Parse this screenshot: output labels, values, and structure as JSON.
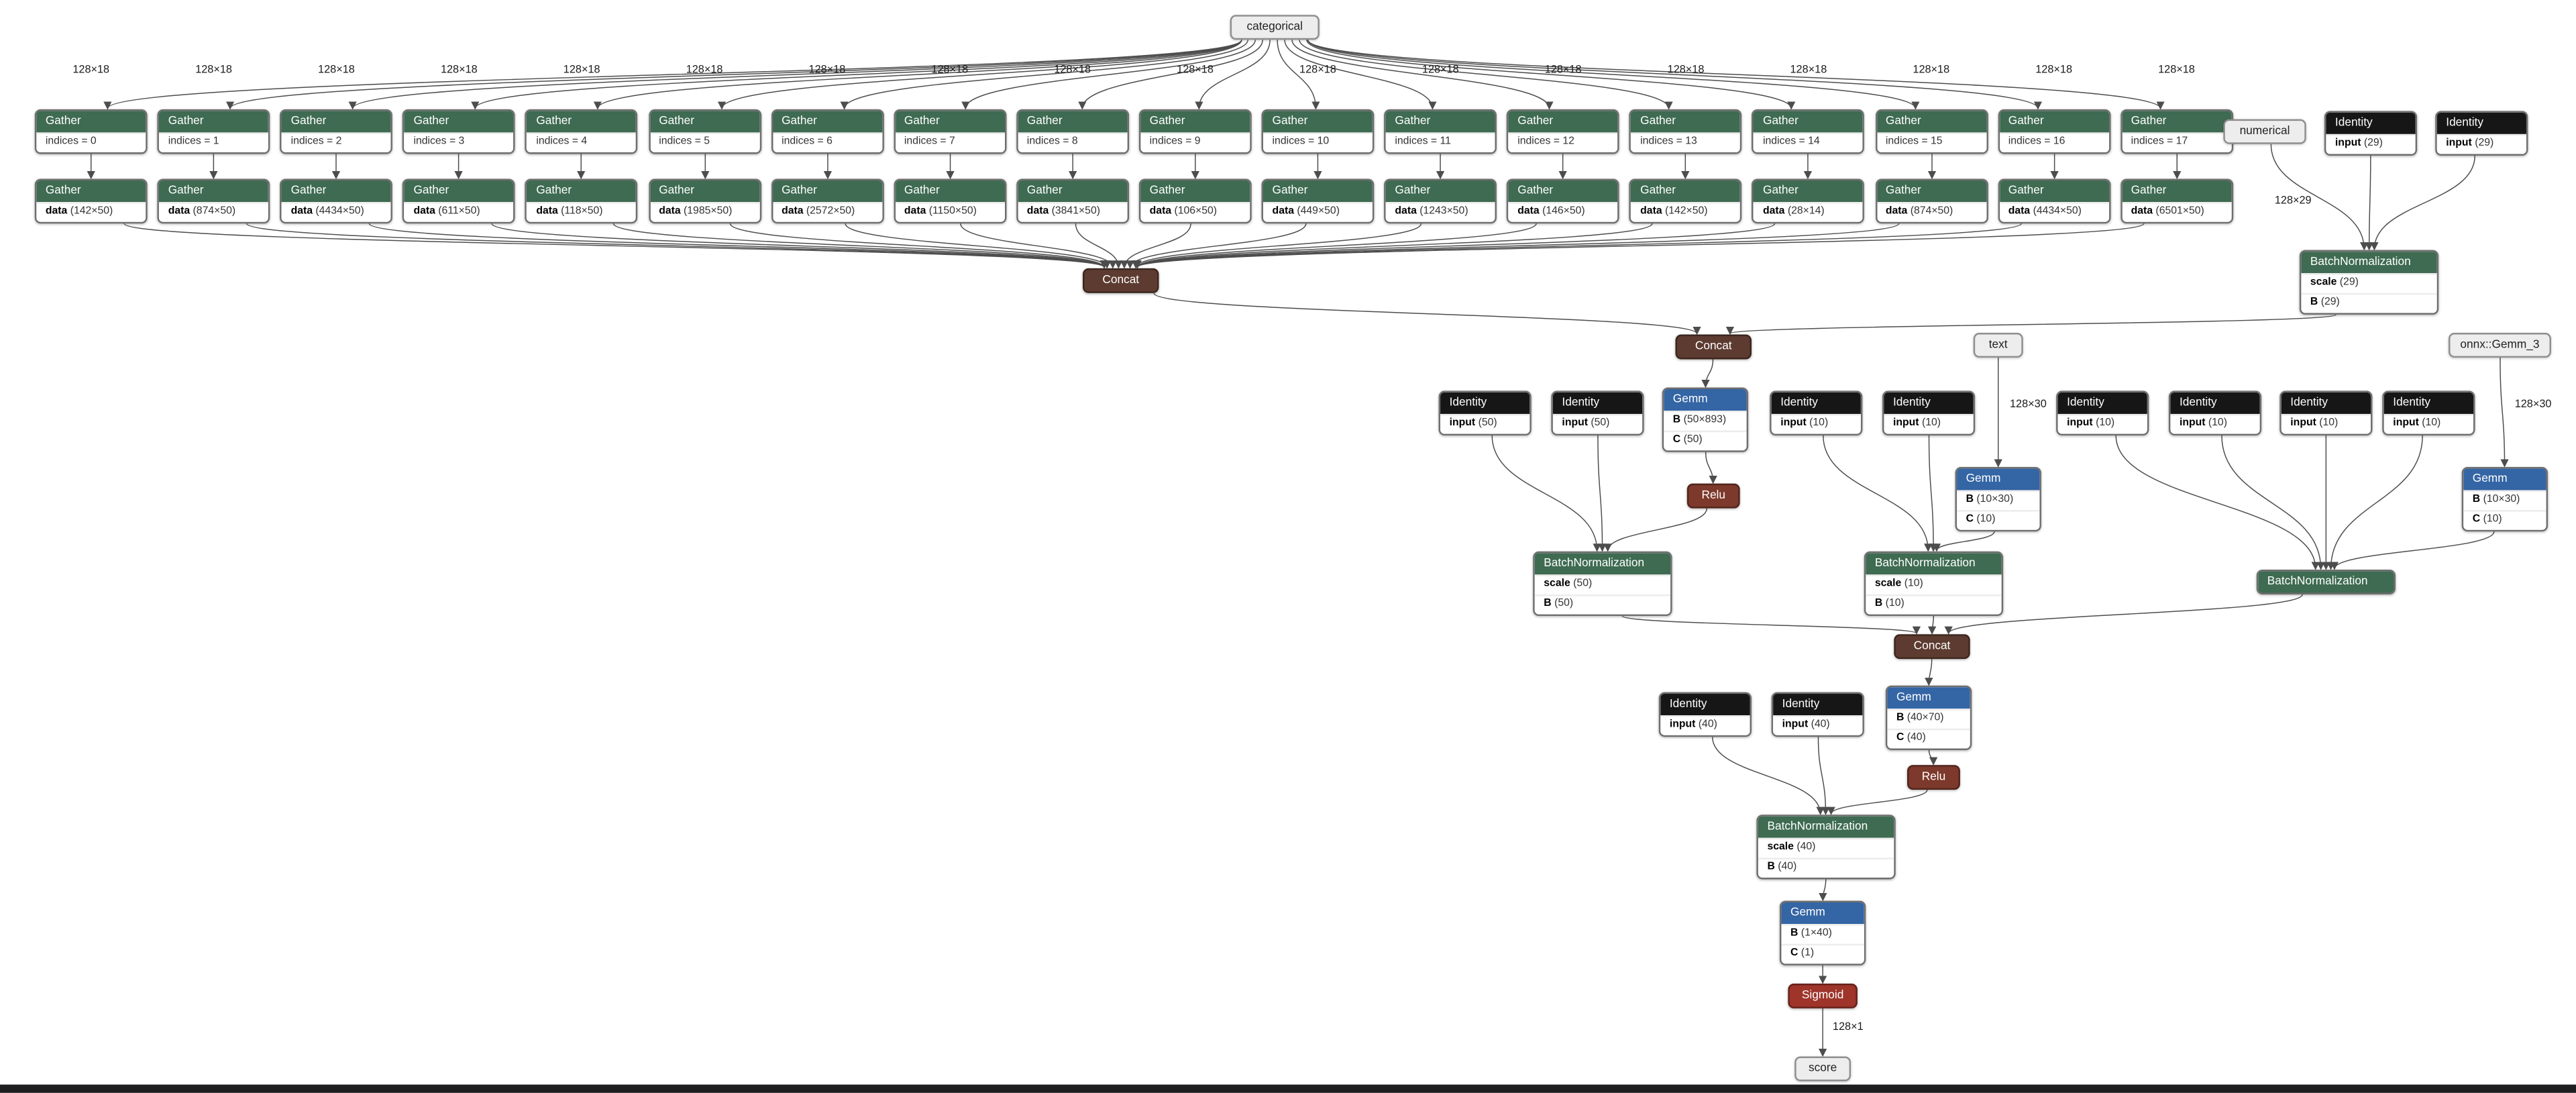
{
  "io": {
    "categorical": "categorical",
    "numerical": "numerical",
    "text": "text",
    "onnx_gemm_3": "onnx::Gemm_3",
    "score": "score"
  },
  "edge_labels": {
    "numerical_dim": "128×29",
    "text_dim": "128×30",
    "gemm3_dim": "128×30",
    "score_dim": "128×1"
  },
  "columns": [
    {
      "dim": "128×18",
      "op": "Gather",
      "indices": "indices = 0",
      "data_name": "data",
      "data_shape": "(142×50)"
    },
    {
      "dim": "128×18",
      "op": "Gather",
      "indices": "indices = 1",
      "data_name": "data",
      "data_shape": "(874×50)"
    },
    {
      "dim": "128×18",
      "op": "Gather",
      "indices": "indices = 2",
      "data_name": "data",
      "data_shape": "(4434×50)"
    },
    {
      "dim": "128×18",
      "op": "Gather",
      "indices": "indices = 3",
      "data_name": "data",
      "data_shape": "(611×50)"
    },
    {
      "dim": "128×18",
      "op": "Gather",
      "indices": "indices = 4",
      "data_name": "data",
      "data_shape": "(118×50)"
    },
    {
      "dim": "128×18",
      "op": "Gather",
      "indices": "indices = 5",
      "data_name": "data",
      "data_shape": "(1985×50)"
    },
    {
      "dim": "128×18",
      "op": "Gather",
      "indices": "indices = 6",
      "data_name": "data",
      "data_shape": "(2572×50)"
    },
    {
      "dim": "128×18",
      "op": "Gather",
      "indices": "indices = 7",
      "data_name": "data",
      "data_shape": "(1150×50)"
    },
    {
      "dim": "128×18",
      "op": "Gather",
      "indices": "indices = 8",
      "data_name": "data",
      "data_shape": "(3841×50)"
    },
    {
      "dim": "128×18",
      "op": "Gather",
      "indices": "indices = 9",
      "data_name": "data",
      "data_shape": "(106×50)"
    },
    {
      "dim": "128×18",
      "op": "Gather",
      "indices": "indices = 10",
      "data_name": "data",
      "data_shape": "(449×50)"
    },
    {
      "dim": "128×18",
      "op": "Gather",
      "indices": "indices = 11",
      "data_name": "data",
      "data_shape": "(1243×50)"
    },
    {
      "dim": "128×18",
      "op": "Gather",
      "indices": "indices = 12",
      "data_name": "data",
      "data_shape": "(146×50)"
    },
    {
      "dim": "128×18",
      "op": "Gather",
      "indices": "indices = 13",
      "data_name": "data",
      "data_shape": "(142×50)"
    },
    {
      "dim": "128×18",
      "op": "Gather",
      "indices": "indices = 14",
      "data_name": "data",
      "data_shape": "(28×14)"
    },
    {
      "dim": "128×18",
      "op": "Gather",
      "indices": "indices = 15",
      "data_name": "data",
      "data_shape": "(874×50)"
    },
    {
      "dim": "128×18",
      "op": "Gather",
      "indices": "indices = 16",
      "data_name": "data",
      "data_shape": "(4434×50)"
    },
    {
      "dim": "128×18",
      "op": "Gather",
      "indices": "indices = 17",
      "data_name": "data",
      "data_shape": "(6501×50)"
    }
  ],
  "nodes": {
    "concat1": {
      "title": "Concat"
    },
    "concat2": {
      "title": "Concat"
    },
    "concat3": {
      "title": "Concat"
    },
    "relu1": {
      "title": "Relu"
    },
    "relu2": {
      "title": "Relu"
    },
    "sigmoid": {
      "title": "Sigmoid"
    },
    "id29a": {
      "title": "Identity",
      "rows": [
        {
          "name": "input",
          "value": "(29)"
        }
      ]
    },
    "id29b": {
      "title": "Identity",
      "rows": [
        {
          "name": "input",
          "value": "(29)"
        }
      ]
    },
    "bn29": {
      "title": "BatchNormalization",
      "rows": [
        {
          "name": "scale",
          "value": "(29)"
        },
        {
          "name": "B",
          "value": "(29)"
        }
      ]
    },
    "id50a": {
      "title": "Identity",
      "rows": [
        {
          "name": "input",
          "value": "(50)"
        }
      ]
    },
    "id50b": {
      "title": "Identity",
      "rows": [
        {
          "name": "input",
          "value": "(50)"
        }
      ]
    },
    "gemm893": {
      "title": "Gemm",
      "rows": [
        {
          "name": "B",
          "value": "(50×893)"
        },
        {
          "name": "C",
          "value": "(50)"
        }
      ]
    },
    "bn50": {
      "title": "BatchNormalization",
      "rows": [
        {
          "name": "scale",
          "value": "(50)"
        },
        {
          "name": "B",
          "value": "(50)"
        }
      ]
    },
    "id10a": {
      "title": "Identity",
      "rows": [
        {
          "name": "input",
          "value": "(10)"
        }
      ]
    },
    "id10b": {
      "title": "Identity",
      "rows": [
        {
          "name": "input",
          "value": "(10)"
        }
      ]
    },
    "id10c": {
      "title": "Identity",
      "rows": [
        {
          "name": "input",
          "value": "(10)"
        }
      ]
    },
    "id10d": {
      "title": "Identity",
      "rows": [
        {
          "name": "input",
          "value": "(10)"
        }
      ]
    },
    "id10e": {
      "title": "Identity",
      "rows": [
        {
          "name": "input",
          "value": "(10)"
        }
      ]
    },
    "id10f": {
      "title": "Identity",
      "rows": [
        {
          "name": "input",
          "value": "(10)"
        }
      ]
    },
    "gemmA": {
      "title": "Gemm",
      "rows": [
        {
          "name": "B",
          "value": "(10×30)"
        },
        {
          "name": "C",
          "value": "(10)"
        }
      ]
    },
    "gemmB": {
      "title": "Gemm",
      "rows": [
        {
          "name": "B",
          "value": "(10×30)"
        },
        {
          "name": "C",
          "value": "(10)"
        }
      ]
    },
    "bn10": {
      "title": "BatchNormalization",
      "rows": [
        {
          "name": "scale",
          "value": "(10)"
        },
        {
          "name": "B",
          "value": "(10)"
        }
      ]
    },
    "bnPlain": {
      "title": "BatchNormalization"
    },
    "id40a": {
      "title": "Identity",
      "rows": [
        {
          "name": "input",
          "value": "(40)"
        }
      ]
    },
    "id40b": {
      "title": "Identity",
      "rows": [
        {
          "name": "input",
          "value": "(40)"
        }
      ]
    },
    "gemm4070": {
      "title": "Gemm",
      "rows": [
        {
          "name": "B",
          "value": "(40×70)"
        },
        {
          "name": "C",
          "value": "(40)"
        }
      ]
    },
    "bn40": {
      "title": "BatchNormalization",
      "rows": [
        {
          "name": "scale",
          "value": "(40)"
        },
        {
          "name": "B",
          "value": "(40)"
        }
      ]
    },
    "gemm140": {
      "title": "Gemm",
      "rows": [
        {
          "name": "B",
          "value": "(1×40)"
        },
        {
          "name": "C",
          "value": "(1)"
        }
      ]
    }
  }
}
